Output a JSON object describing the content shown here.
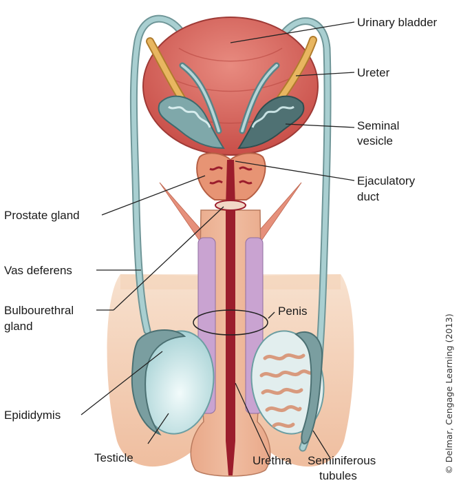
{
  "labels": {
    "urinary_bladder": "Urinary bladder",
    "ureter": "Ureter",
    "seminal_vesicle_1": "Seminal",
    "seminal_vesicle_2": "vesicle",
    "ejaculatory_duct_1": "Ejaculatory",
    "ejaculatory_duct_2": "duct",
    "prostate_gland": "Prostate gland",
    "vas_deferens": "Vas deferens",
    "bulbourethral_gland_1": "Bulbourethral",
    "bulbourethral_gland_2": "gland",
    "penis": "Penis",
    "epididymis": "Epididymis",
    "testicle": "Testicle",
    "urethra": "Urethra",
    "seminiferous_tubules_1": "Seminiferous",
    "seminiferous_tubules_2": "tubules"
  },
  "credit": "© Delmar, Cengage Learning (2013)",
  "colors": {
    "skin": "#f2c7a4",
    "bladder": "#d8675f",
    "prostate": "#e89a78",
    "urethra": "#9b1d2c",
    "erectile_tissue": "#c8a0cf",
    "vessel": "#9cc4c6",
    "ureter": "#e6b15a",
    "testis": "#cfe8ea"
  }
}
